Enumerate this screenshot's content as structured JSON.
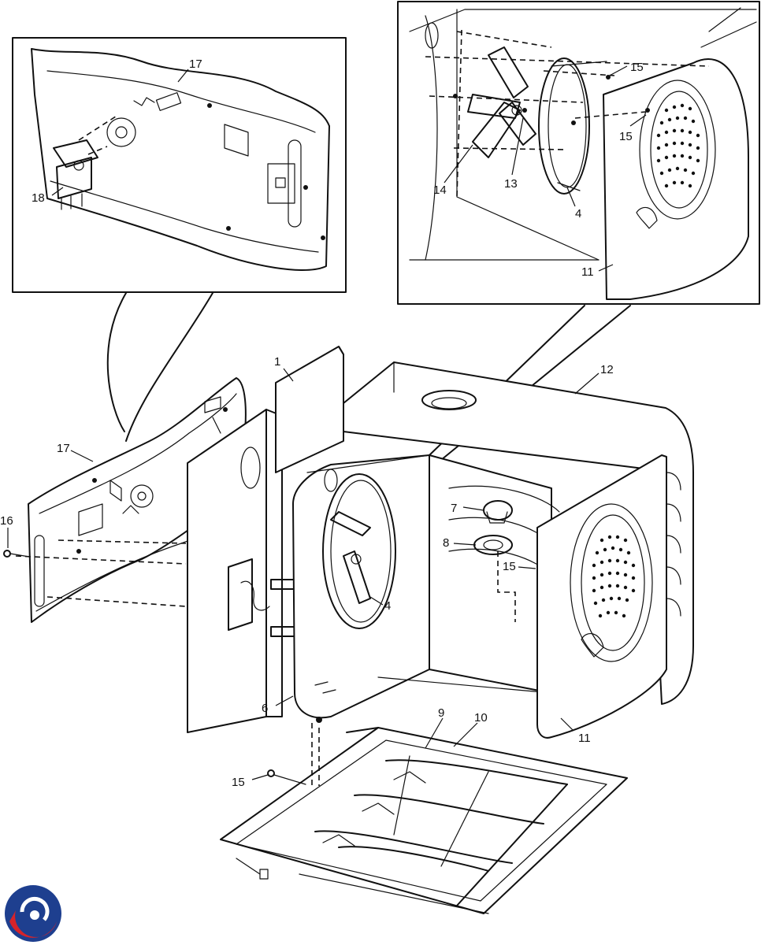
{
  "callouts": {
    "c17_inset": "17",
    "c18": "18",
    "c15_a": "15",
    "c15_b": "15",
    "c14": "14",
    "c13": "13",
    "c4_inset": "4",
    "c11_inset": "11",
    "c1": "1",
    "c12": "12",
    "c17": "17",
    "c16": "16",
    "c7": "7",
    "c8": "8",
    "c15_c": "15",
    "c4": "4",
    "c6": "6",
    "c11": "11",
    "c9": "9",
    "c10": "10",
    "c15_d": "15"
  },
  "logo": {
    "name": "brand-logo",
    "colors": [
      "#1e3f8f",
      "#d6232a"
    ]
  }
}
